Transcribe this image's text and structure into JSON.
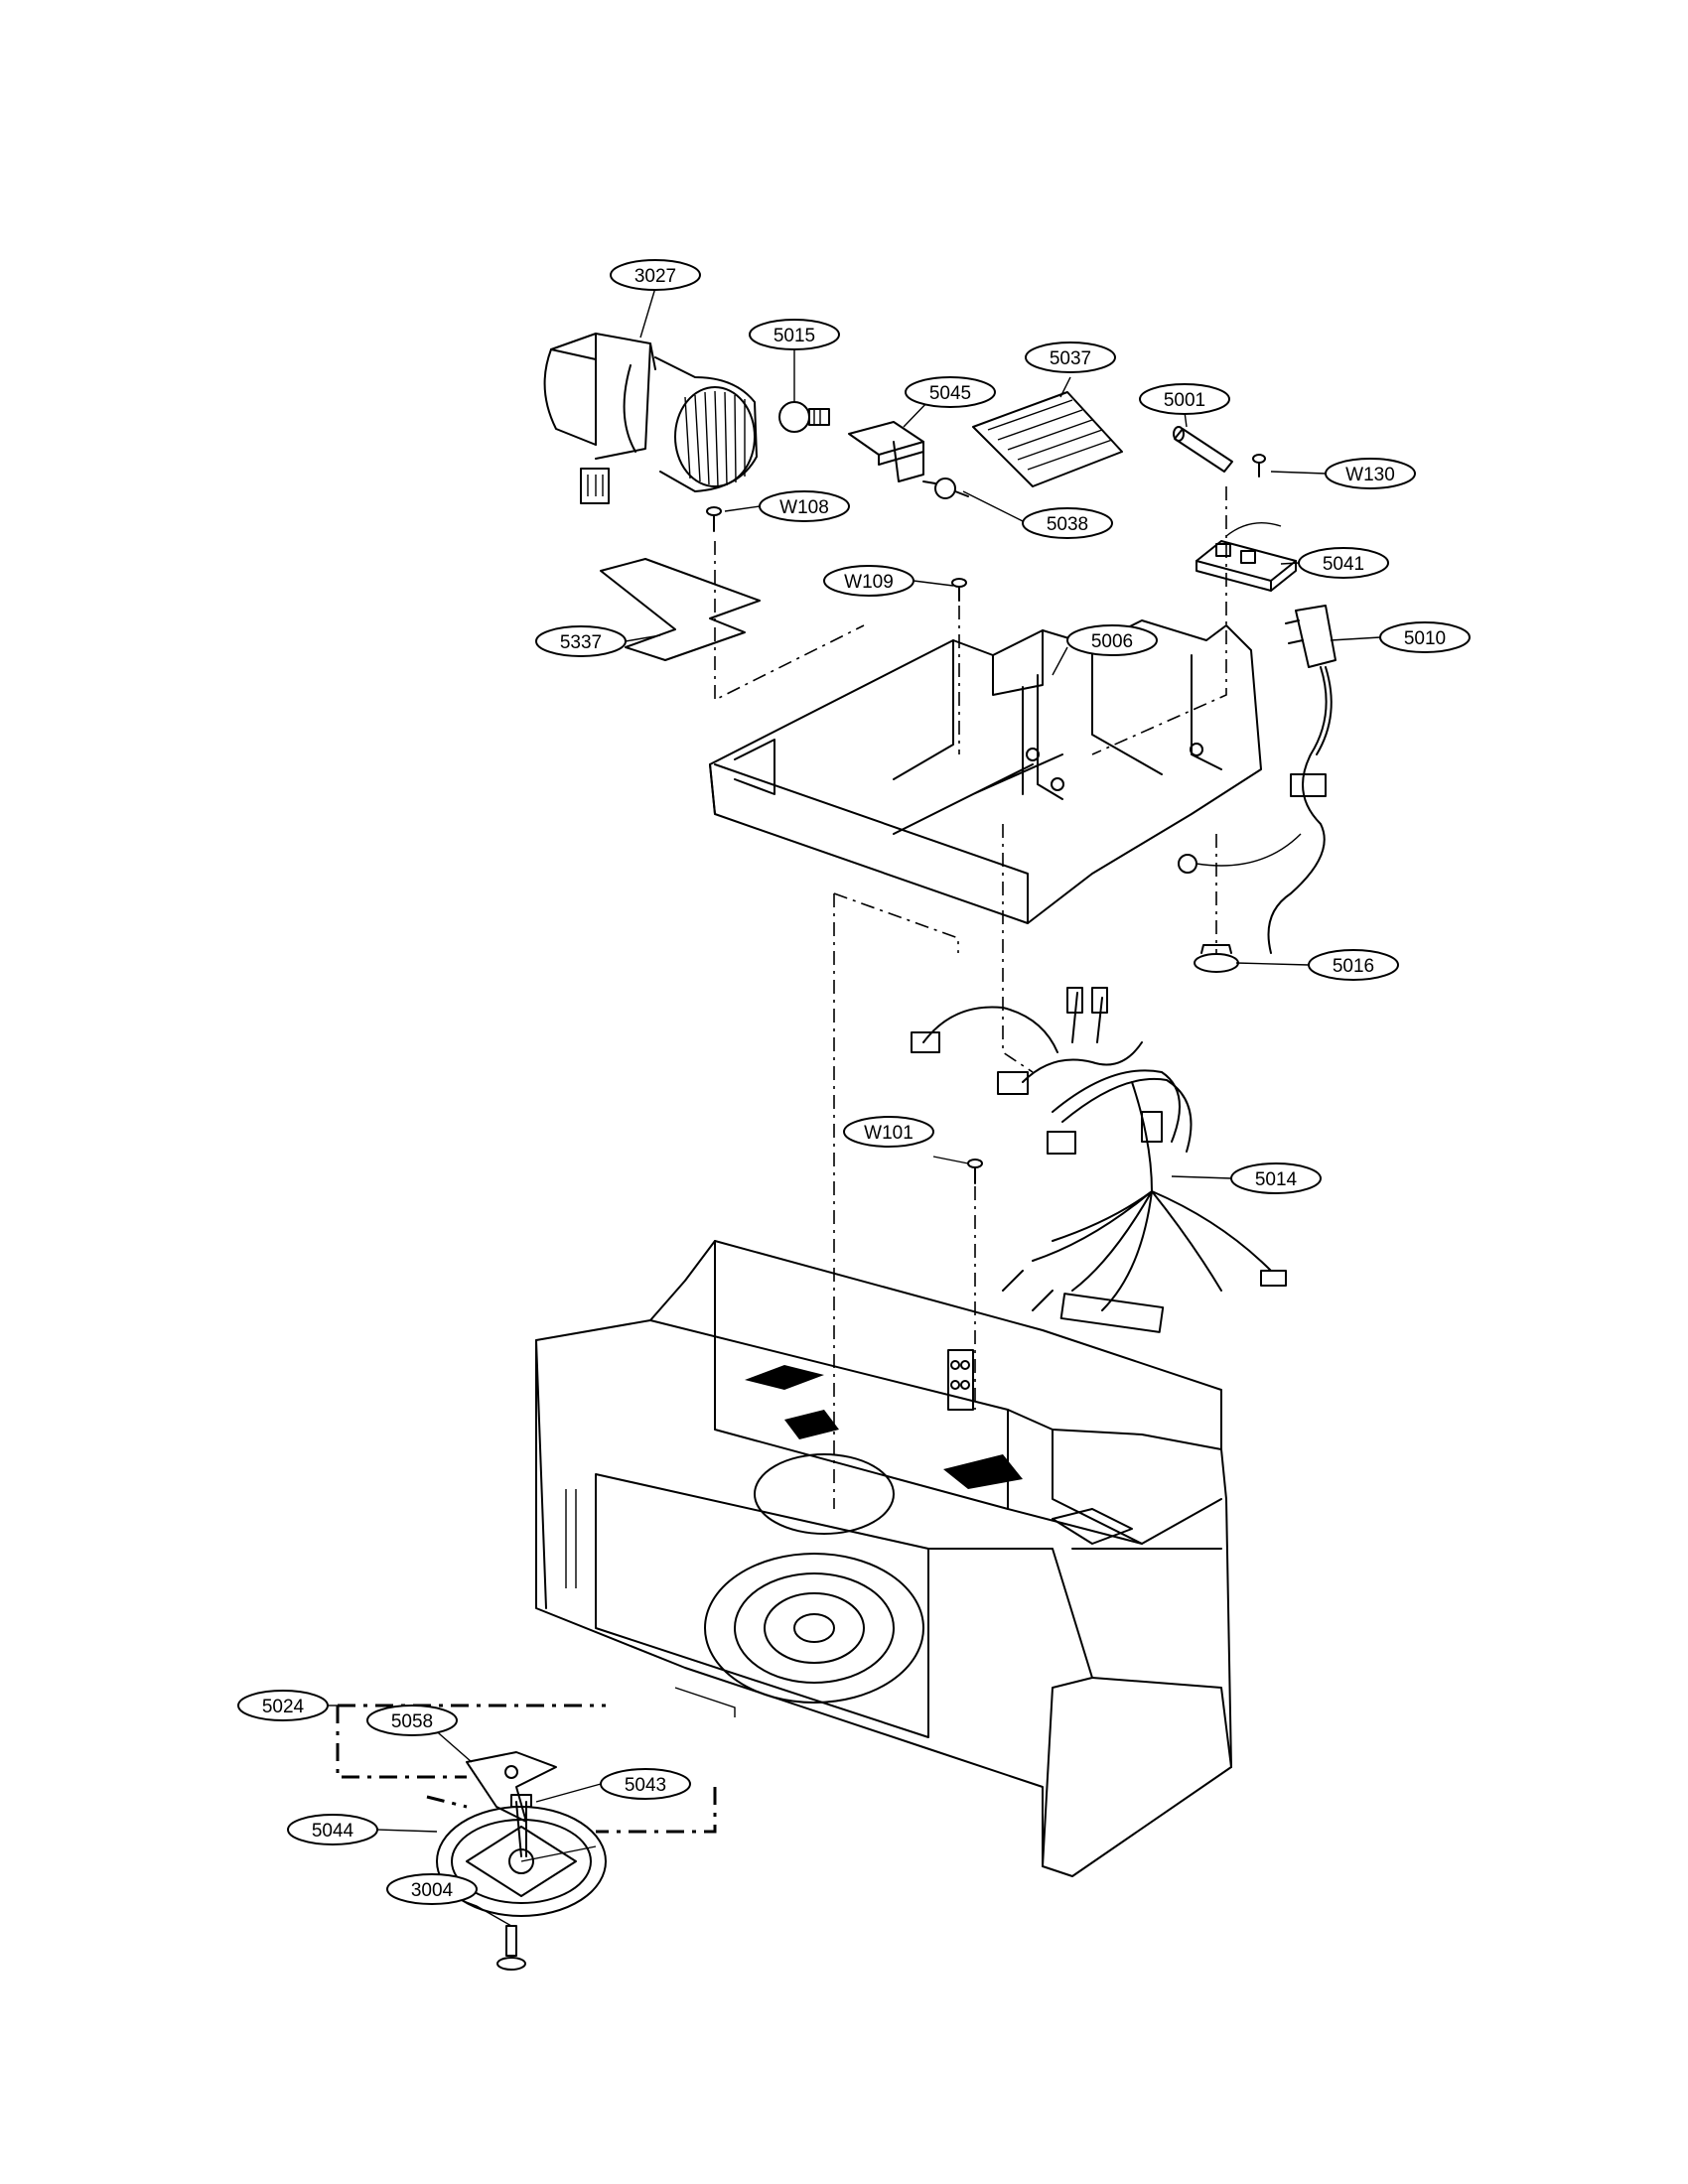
{
  "diagram": {
    "labels": {
      "p3027": "3027",
      "p5015": "5015",
      "p5045": "5045",
      "p5037": "5037",
      "p5001": "5001",
      "pW130": "W130",
      "pW108": "W108",
      "p5038": "5038",
      "p5041": "5041",
      "pW109": "W109",
      "p5337": "5337",
      "p5006": "5006",
      "p5010": "5010",
      "p5016": "5016",
      "pW101": "W101",
      "p5014": "5014",
      "p5024": "5024",
      "p5058": "5058",
      "p5043": "5043",
      "p5044": "5044",
      "p3004": "3004"
    }
  }
}
